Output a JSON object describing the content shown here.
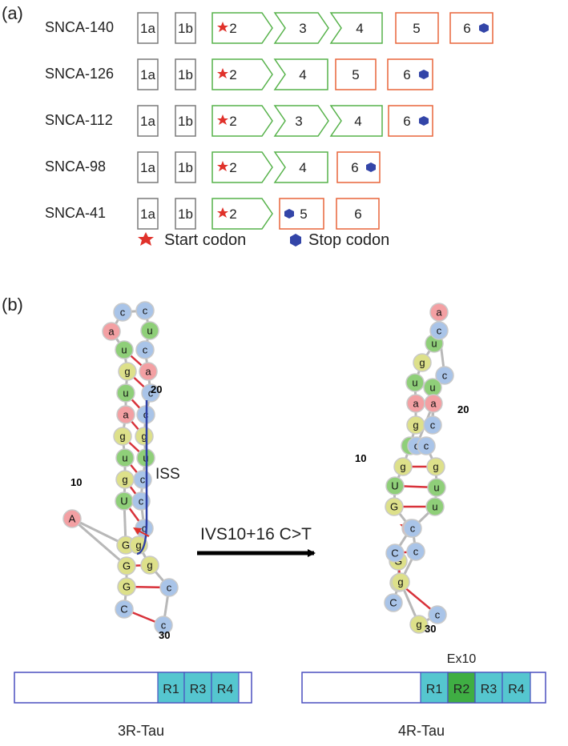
{
  "colors": {
    "exon_grey": "#7a7a7a",
    "exon_green": "#56b24a",
    "exon_orange": "#e8653a",
    "start": "#e0322b",
    "stop": "#3345a8",
    "nuc_a": "#f3a0a3",
    "nuc_c": "#a9c4e8",
    "nuc_g": "#dde08a",
    "nuc_u": "#8fcf79",
    "nuc_border": "#c9c9c9",
    "pair": "#d8323a",
    "iss_line": "#2d3fa6",
    "tau_border": "#4a4fbf",
    "tau_repeat": "#55c6cf",
    "tau_r2": "#3fae43"
  },
  "panel_a": {
    "label": "(a)",
    "rows": [
      {
        "name": "SNCA-140",
        "exons": [
          "1a",
          "1b",
          "2",
          "3",
          "4",
          "5",
          "6"
        ]
      },
      {
        "name": "SNCA-126",
        "exons": [
          "1a",
          "1b",
          "2",
          "4",
          "5",
          "6"
        ]
      },
      {
        "name": "SNCA-112",
        "exons": [
          "1a",
          "1b",
          "2",
          "3",
          "4",
          "6"
        ]
      },
      {
        "name": "SNCA-98",
        "exons": [
          "1a",
          "1b",
          "2",
          "4",
          "6"
        ]
      },
      {
        "name": "SNCA-41",
        "exons": [
          "1a",
          "1b",
          "2",
          "5",
          "6"
        ]
      }
    ],
    "legend": {
      "start": "Start codon",
      "stop": "Stop codon"
    }
  },
  "panel_b": {
    "label": "(b)",
    "left_stem": {
      "nucleotides": [
        "C",
        "G",
        "G",
        "A",
        "G",
        "U",
        "g",
        "u",
        "g",
        "a",
        "u",
        "g",
        "u",
        "a",
        "c",
        "c",
        "u",
        "c",
        "a",
        "c",
        "c",
        "g",
        "u",
        "c",
        "c",
        "c",
        "g",
        "g",
        "c",
        "c"
      ],
      "pos10": "10",
      "pos20": "20",
      "pos30": "30"
    },
    "right_stem": {
      "nucleotides": [
        "C",
        "G",
        "G",
        "C",
        "A",
        "G",
        "U",
        "g",
        "u",
        "g",
        "a",
        "u",
        "g",
        "u",
        "a",
        "c",
        "c",
        "u",
        "c",
        "a",
        "c",
        "c",
        "g",
        "u",
        "u",
        "c",
        "c",
        "g",
        "g",
        "c"
      ],
      "pos10": "10",
      "pos20": "20",
      "pos30": "30"
    },
    "iss_label": "ISS",
    "mutation_label": "IVS10+16 C>T",
    "tau_left": {
      "repeats": [
        "R1",
        "R3",
        "R4"
      ],
      "caption": "3R-Tau"
    },
    "tau_right": {
      "repeats": [
        "R1",
        "R2",
        "R3",
        "R4"
      ],
      "exon_label": "Ex10",
      "caption": "4R-Tau"
    }
  }
}
